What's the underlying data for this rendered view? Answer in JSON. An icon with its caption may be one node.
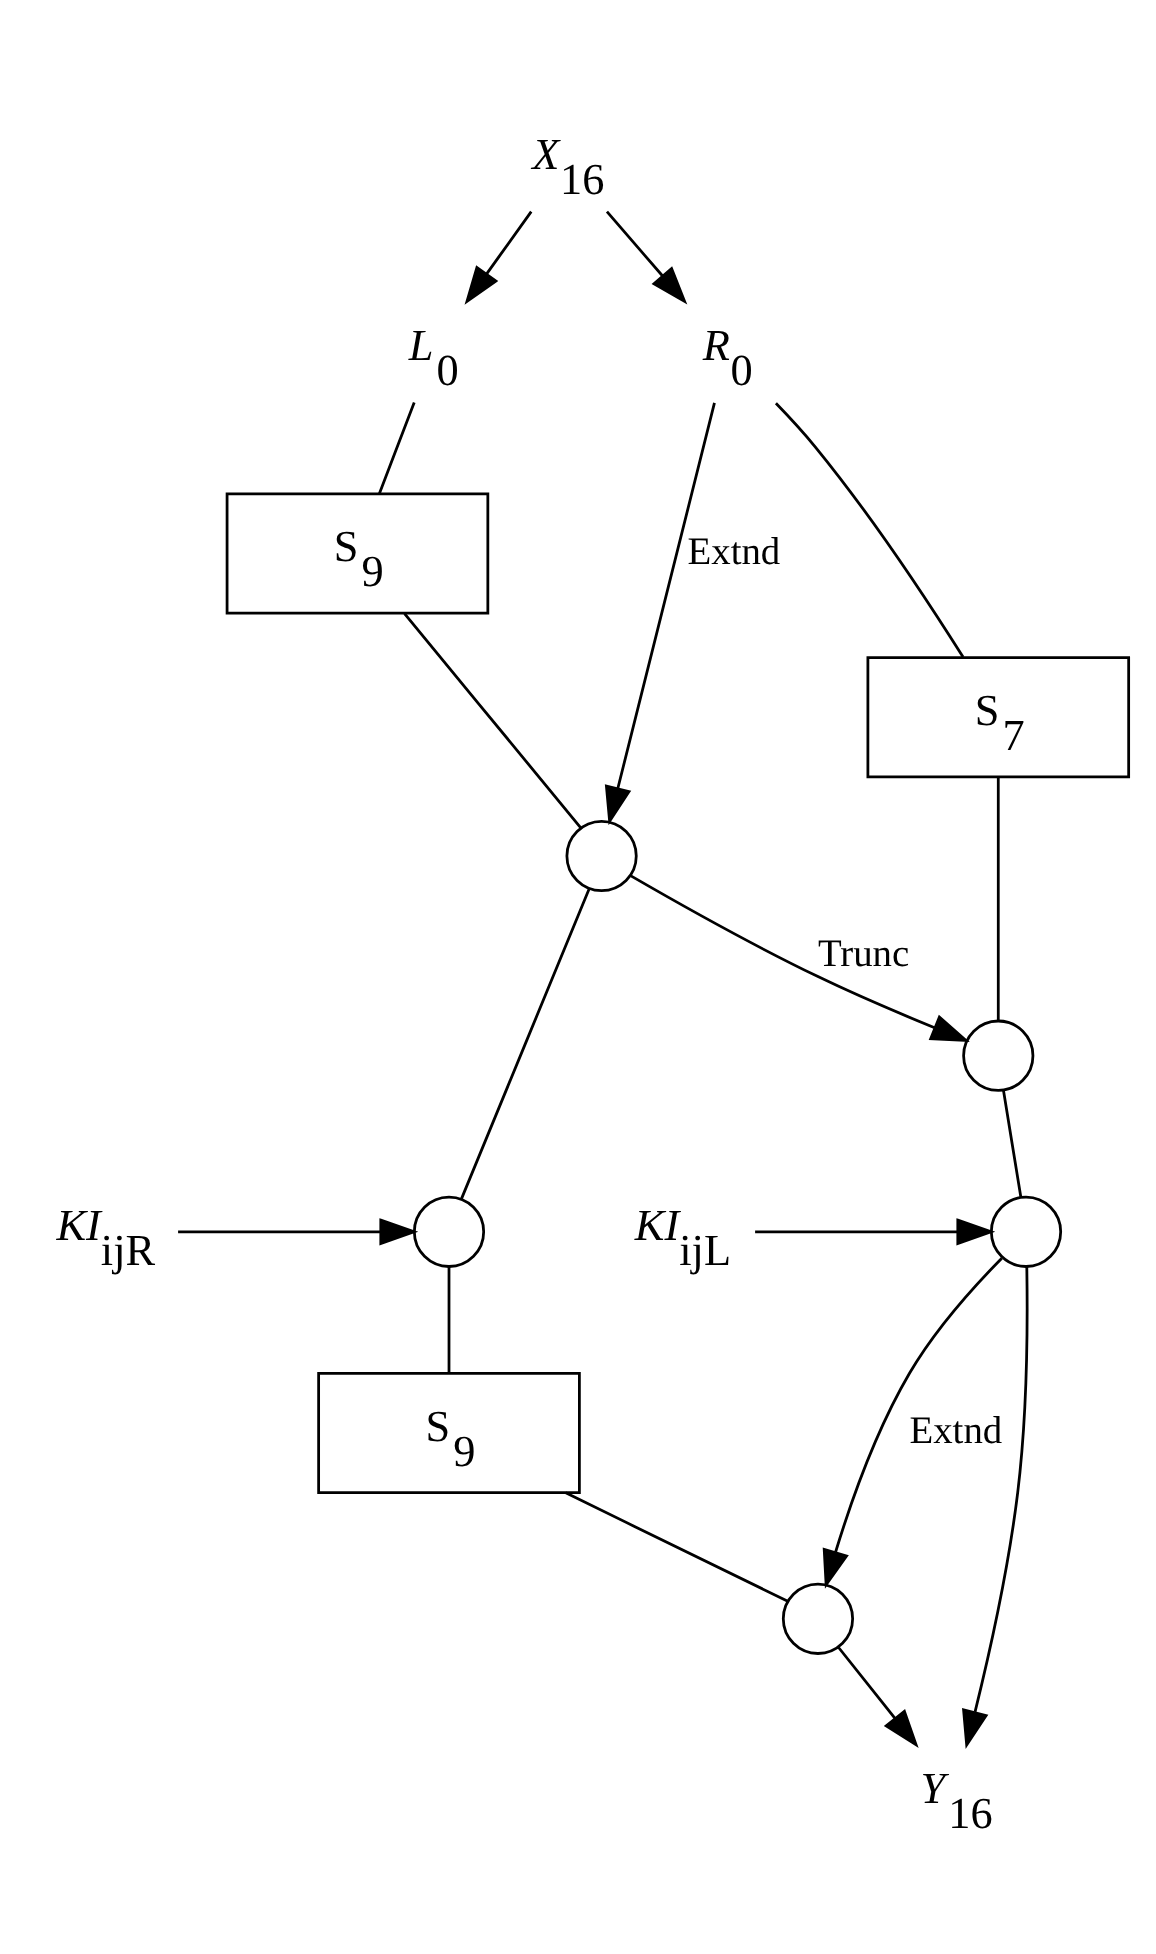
{
  "diagram": {
    "nodes": [
      {
        "text": [
          "*X*$_{16}$"
        ]
      },
      {
        "text": [
          "*L*$_{0}$"
        ]
      },
      {
        "text": [
          "*R*$_{0}$"
        ]
      },
      {
        "text": [
          "S$_{9}$"
        ]
      },
      {
        "text": [],
        "shape": "circle"
      },
      {
        "text": [
          "S$_{7}$"
        ]
      },
      {
        "text": [],
        "shape": "circle"
      },
      {
        "text": [],
        "shape": "circle"
      },
      {
        "text": [],
        "shape": "circle"
      },
      {
        "text": [
          "*KI*$_{ijL}$"
        ]
      },
      {
        "text": [
          "*KI*$_{ijR}$"
        ]
      },
      {
        "text": [
          "S$_{9}$"
        ]
      },
      {
        "text": [],
        "shape": "circle"
      },
      {
        "text": [
          "*Y*$_{16}$"
        ]
      }
    ],
    "edges": [
      {
        "from": 0,
        "to": 1,
        "arrow": "to"
      },
      {
        "from": 0,
        "to": 2,
        "arrow": "to"
      },
      {
        "from": 1,
        "to": 3,
        "arrow": "none"
      },
      {
        "from": 3,
        "to": 4,
        "arrow": "none"
      },
      {
        "from": 2,
        "to": 4,
        "arrow": "to",
        "label": "Extnd"
      },
      {
        "from": 2,
        "to": 5,
        "arrow": "none"
      },
      {
        "from": 4,
        "to": 8,
        "arrow": "none"
      },
      {
        "from": 4,
        "to": 6,
        "arrow": "to",
        "label": "Trunc"
      },
      {
        "from": 5,
        "to": 6,
        "arrow": "none"
      },
      {
        "from": 6,
        "to": 7,
        "arrow": "none"
      },
      {
        "from": 9,
        "to": 7,
        "arrow": "to"
      },
      {
        "from": 10,
        "to": 8,
        "arrow": "to"
      },
      {
        "from": 8,
        "to": 11,
        "arrow": "none"
      },
      {
        "from": 11,
        "to": 12,
        "arrow": "none"
      },
      {
        "from": 7,
        "to": 12,
        "arrow": "to",
        "label": "Extnd"
      },
      {
        "from": 7,
        "to": 13,
        "arrow": "to"
      },
      {
        "from": 12,
        "to": 13,
        "arrow": "to"
      }
    ]
  }
}
